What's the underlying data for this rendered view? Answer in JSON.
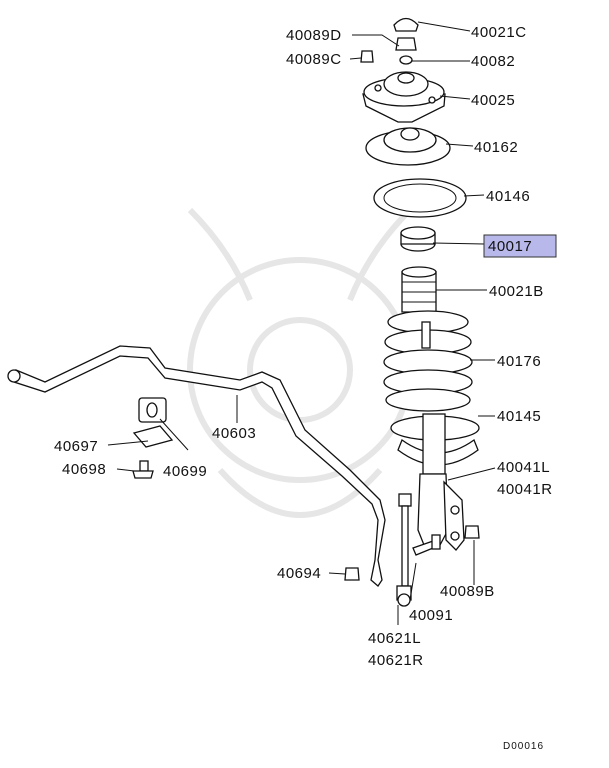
{
  "diagram": {
    "highlight_color": "#b8b8ea",
    "labels": {
      "p40089D": "40089D",
      "p40021C": "40021C",
      "p40089C": "40089C",
      "p40082": "40082",
      "p40025": "40025",
      "p40162": "40162",
      "p40146": "40146",
      "p40017": "40017",
      "p40021B": "40021B",
      "p40176": "40176",
      "p40603": "40603",
      "p40145": "40145",
      "p40697": "40697",
      "p40699": "40699",
      "p40698": "40698",
      "p40041L": "40041L",
      "p40041R": "40041R",
      "p40694": "40694",
      "p40089B": "40089B",
      "p40091": "40091",
      "p40621L": "40621L",
      "p40621R": "40621R"
    },
    "drawing_code": "D00016"
  }
}
